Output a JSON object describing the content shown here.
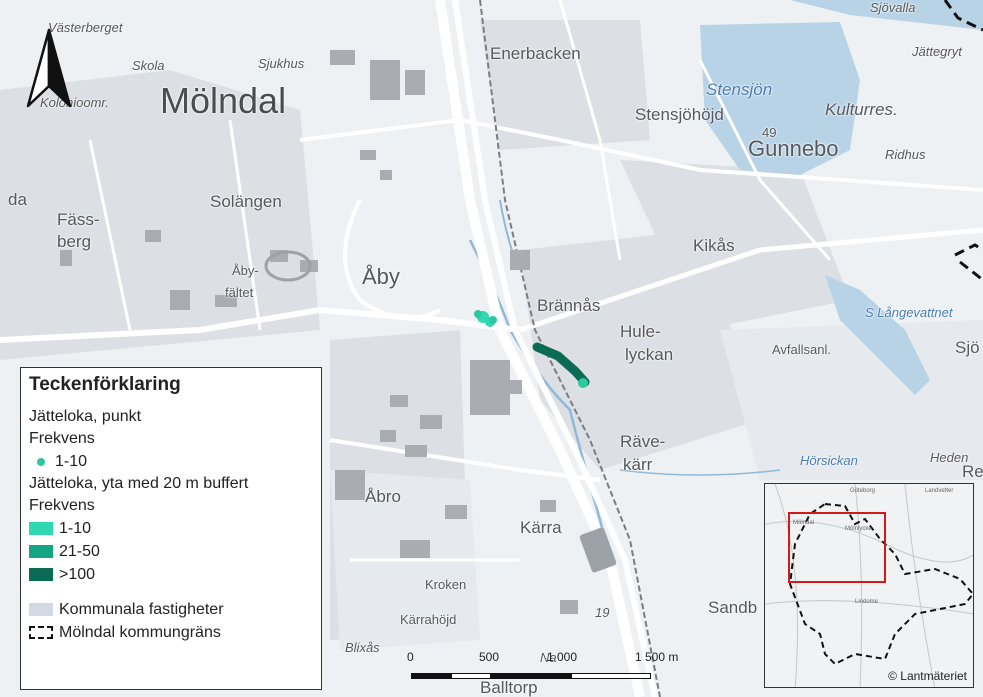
{
  "map": {
    "place_labels": [
      {
        "text": "Mölndal",
        "size": "big"
      },
      {
        "text": "Enerbacken",
        "size": "md"
      },
      {
        "text": "Stensjöhöjd",
        "size": "md"
      },
      {
        "text": "Gunnebo",
        "size": "lg"
      },
      {
        "text": "Kulturres.",
        "size": "md"
      },
      {
        "text": "Ridhus",
        "size": "sm"
      },
      {
        "text": "Solängen",
        "size": "md"
      },
      {
        "text": "Fäss-",
        "size": "md"
      },
      {
        "text": "berg",
        "size": "md"
      },
      {
        "text": "Åby",
        "size": "lg"
      },
      {
        "text": "Åby-",
        "size": "sm"
      },
      {
        "text": "fältet",
        "size": "sm"
      },
      {
        "text": "Brännås",
        "size": "md"
      },
      {
        "text": "Kikås",
        "size": "md"
      },
      {
        "text": "Hule-",
        "size": "md"
      },
      {
        "text": "lyckan",
        "size": "md"
      },
      {
        "text": "Räve-",
        "size": "md"
      },
      {
        "text": "kärr",
        "size": "md"
      },
      {
        "text": "Åbro",
        "size": "md"
      },
      {
        "text": "Kärra",
        "size": "md"
      },
      {
        "text": "Kroken",
        "size": "sm"
      },
      {
        "text": "Kärrahöjd",
        "size": "sm"
      },
      {
        "text": "Blixås",
        "size": "sm"
      },
      {
        "text": "Sandb",
        "size": "md"
      },
      {
        "text": "Skola",
        "size": "sm"
      },
      {
        "text": "Sjukhus",
        "size": "sm"
      },
      {
        "text": "Västerberget",
        "size": "sm"
      },
      {
        "text": "Kolonioomr.",
        "size": "sm"
      },
      {
        "text": "Avfallsanl.",
        "size": "sm"
      },
      {
        "text": "Jättegryt",
        "size": "sm"
      },
      {
        "text": "Sjövalla",
        "size": "sm"
      },
      {
        "text": "Sjö",
        "size": "md"
      },
      {
        "text": "da",
        "size": "md"
      },
      {
        "text": "49",
        "size": "sm"
      },
      {
        "text": "19",
        "size": "sm"
      },
      {
        "text": "Na",
        "size": "sm"
      },
      {
        "text": "Balltorp",
        "size": "md"
      },
      {
        "text": "Heden",
        "size": "sm"
      },
      {
        "text": "Re",
        "size": "md"
      }
    ],
    "water_labels": [
      {
        "text": "Stensjön"
      },
      {
        "text": "S Långevattnet"
      },
      {
        "text": "Hörsickan"
      }
    ],
    "colors": {
      "background": "#eef1f4",
      "water": "#b9d3e6",
      "urban": "#dcdfe3",
      "building": "#a9adb2",
      "road": "#ffffff",
      "municipal_property": "#d3d8e3",
      "boundary": "#111111",
      "freq_point": "#2ec7a0",
      "freq_low": "#2fd8b1",
      "freq_mid": "#15a585",
      "freq_high": "#0b6b55"
    }
  },
  "legend": {
    "title": "Teckenförklaring",
    "group1_title": "Jätteloka, punkt",
    "group1_sub": "Frekvens",
    "point_items": [
      {
        "label": "1-10",
        "color": "#2ec7a0"
      }
    ],
    "group2_title": "Jätteloka, yta med 20 m buffert",
    "group2_sub": "Frekvens",
    "area_items": [
      {
        "label": "1-10",
        "color": "#2fd8b1"
      },
      {
        "label": "21-50",
        "color": "#15a585"
      },
      {
        "label": ">100",
        "color": "#0b6b55"
      }
    ],
    "property_label": "Kommunala fastigheter",
    "boundary_label": "Mölndal kommungräns"
  },
  "scalebar": {
    "ticks": [
      "0",
      "500",
      "1 000",
      "1 500 m"
    ]
  },
  "overview": {
    "labels": [
      "Mölndal",
      "Mölnlycke",
      "Lindome",
      "Landvetter",
      "Göteborg"
    ],
    "credit": "© Lantmäteriet"
  },
  "north_arrow": {
    "symbol": "north-arrow-icon"
  }
}
